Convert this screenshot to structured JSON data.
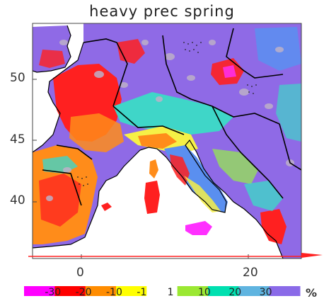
{
  "title": "heavy prec spring",
  "y_ticks": [
    "50",
    "45",
    "40"
  ],
  "x_ticks": [
    "0",
    "20"
  ],
  "colorbar": {
    "unit": "%",
    "labels": [
      "-30",
      "-20",
      "-10",
      "-1",
      "1",
      "10",
      "20",
      "30"
    ],
    "colors": [
      "#ff00ff",
      "#ff0000",
      "#ff8c00",
      "#ffff00",
      "#ffffff",
      "#9be832",
      "#00e0b0",
      "#5fb4e0",
      "#8a6ae8"
    ]
  },
  "colors": {
    "purple": "#8f6ae6",
    "blue": "#5a8ff0",
    "cyan": "#3fd6c8",
    "green": "#95e05a",
    "yellow": "#f6f046",
    "orange": "#ff8c1a",
    "red": "#ff2020",
    "magenta": "#ff30ff",
    "grey": "#bdb0c8"
  }
}
